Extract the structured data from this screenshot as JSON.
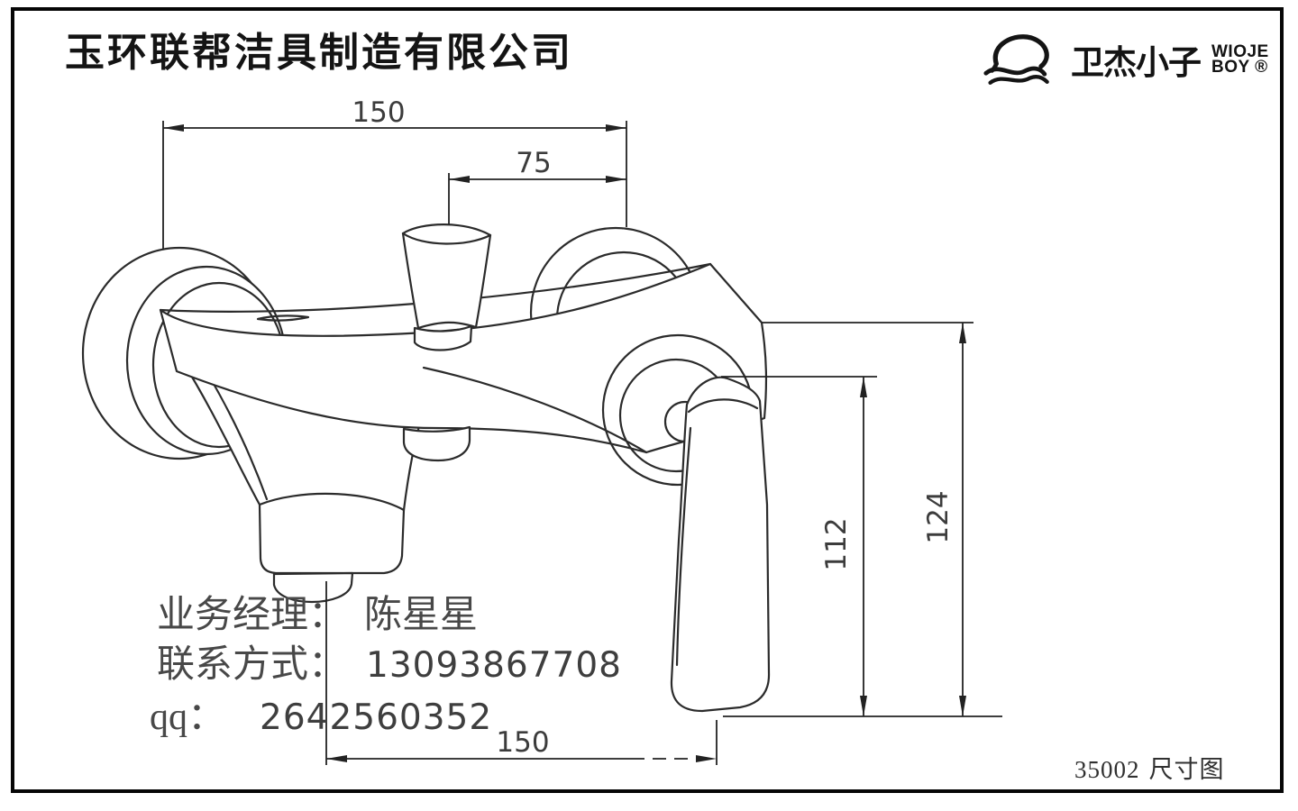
{
  "sheet": {
    "company_name": "玉环联帮洁具制造有限公司",
    "drawing_number": "35002",
    "drawing_type": "尺寸图"
  },
  "logo": {
    "icon": "cap-wave-icon",
    "brand_cn": "卫杰小子",
    "brand_en_top": "WIOJE",
    "brand_en_bottom": "BOY ®"
  },
  "dimensions": {
    "top_width": "150",
    "knob_offset": "75",
    "handle_height": "112",
    "total_height": "124",
    "bottom_width": "150"
  },
  "contact": {
    "manager_label": "业务经理：",
    "manager_name": "陈星星",
    "phone_label": "联系方式：",
    "phone_number": "13093867708",
    "qq_label": "qq：",
    "qq_number": "2642560352"
  },
  "colors": {
    "drawing_line": "#2b2b2b",
    "dimension_line": "#222222",
    "title_text": "#141414",
    "contact_text": "#484848",
    "background": "#ffffff"
  }
}
